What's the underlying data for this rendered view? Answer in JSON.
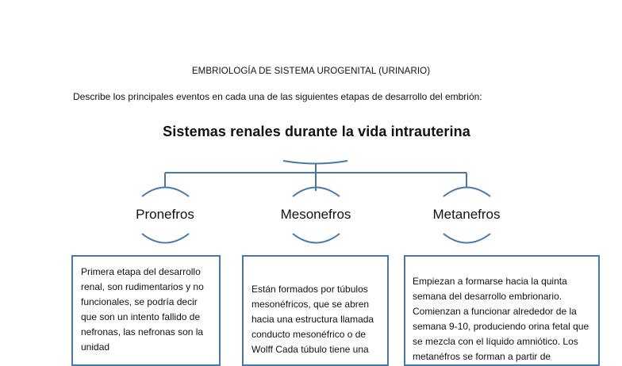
{
  "document": {
    "title": "EMBRIOLOGÍA DE SISTEMA UROGENITAL (URINARIO)",
    "instruction": "Describe los principales eventos en cada una de las siguientes etapas de desarrollo del embrión:"
  },
  "diagram": {
    "title": "Sistemas renales durante la vida intrauterina",
    "line_color": "#4a77a8",
    "nodes": [
      {
        "label": "Pronefros",
        "description": "Primera etapa del desarrollo renal, son rudimentarios y no funcionales, se podría decir que son un intento fallido de nefronas, las nefronas son la unidad"
      },
      {
        "label": "Mesonefros",
        "description": "Están formados por túbulos mesonéfricos, que se abren hacia una estructura llamada conducto mesonéfrico o de Wolff Cada túbulo tiene una"
      },
      {
        "label": "Metanefros",
        "description": "Empiezan a formarse hacia la quinta semana del desarrollo embrionario. Comienzan a funcionar alrededor de la semana 9-10, produciendo orina fetal que se mezcla con el líquido amniótico. Los metanéfros se forman a partir de"
      }
    ]
  }
}
